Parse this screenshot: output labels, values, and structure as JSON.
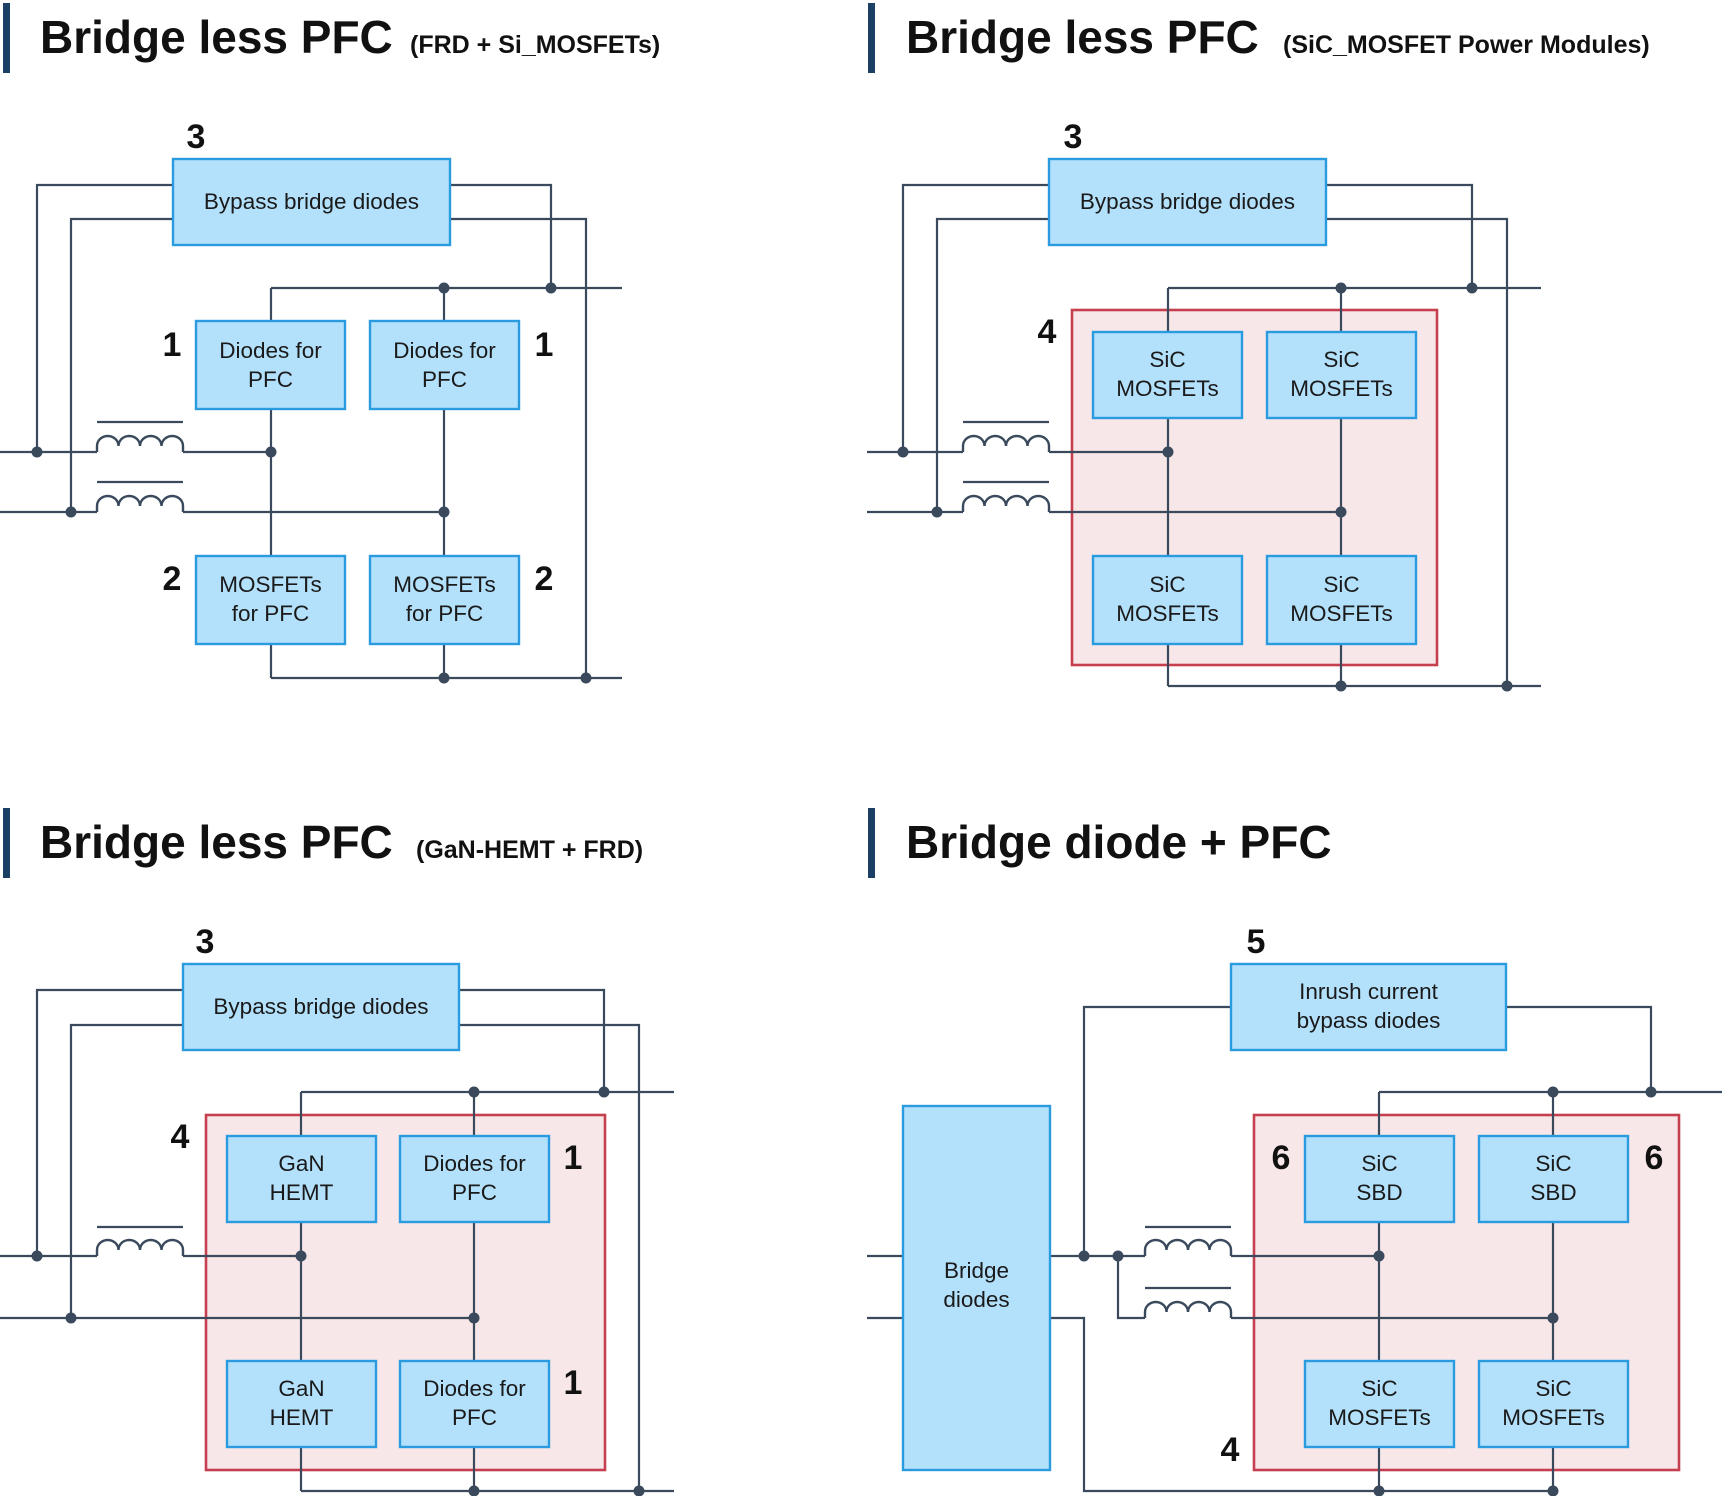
{
  "panels": {
    "p1": {
      "title": "Bridge less PFC",
      "subtitle": "(FRD + Si_MOSFETs)",
      "bypass_label": "Bypass bridge diodes",
      "top_left": [
        "Diodes for",
        "PFC"
      ],
      "top_right": [
        "Diodes for",
        "PFC"
      ],
      "bottom_left": [
        "MOSFETs",
        "for PFC"
      ],
      "bottom_right": [
        "MOSFETs",
        "for PFC"
      ],
      "num_bypass": "3",
      "num_top_left": "1",
      "num_top_right": "1",
      "num_bottom_left": "2",
      "num_bottom_right": "2"
    },
    "p2": {
      "title": "Bridge less PFC",
      "subtitle": "(SiC_MOSFET Power Modules)",
      "bypass_label": "Bypass bridge diodes",
      "top_left": [
        "SiC",
        "MOSFETs"
      ],
      "top_right": [
        "SiC",
        "MOSFETs"
      ],
      "bottom_left": [
        "SiC",
        "MOSFETs"
      ],
      "bottom_right": [
        "SiC",
        "MOSFETs"
      ],
      "num_bypass": "3",
      "num_module": "4"
    },
    "p3": {
      "title": "Bridge less PFC",
      "subtitle": "(GaN-HEMT + FRD)",
      "bypass_label": "Bypass bridge diodes",
      "top_left": [
        "GaN",
        "HEMT"
      ],
      "top_right": [
        "Diodes for",
        "PFC"
      ],
      "bottom_left": [
        "GaN",
        "HEMT"
      ],
      "bottom_right": [
        "Diodes for",
        "PFC"
      ],
      "num_bypass": "3",
      "num_module": "4",
      "num_top_right": "1",
      "num_bottom_right": "1"
    },
    "p4": {
      "title": "Bridge diode + PFC",
      "inrush_label": [
        "Inrush current",
        "bypass diodes"
      ],
      "bridge_label": [
        "Bridge",
        "diodes"
      ],
      "top_left": [
        "SiC",
        "SBD"
      ],
      "top_right": [
        "SiC",
        "SBD"
      ],
      "bottom_left": [
        "SiC",
        "MOSFETs"
      ],
      "bottom_right": [
        "SiC",
        "MOSFETs"
      ],
      "num_inrush": "5",
      "num_top_left": "6",
      "num_top_right": "6",
      "num_module": "4"
    }
  },
  "colors": {
    "block_fill": "#b3e0fb",
    "block_border": "#2b9be0",
    "module_fill": "#f8e7e8",
    "module_border": "#c63f4e",
    "wire": "#3a4a5c",
    "title_bar": "#1c3f66"
  }
}
